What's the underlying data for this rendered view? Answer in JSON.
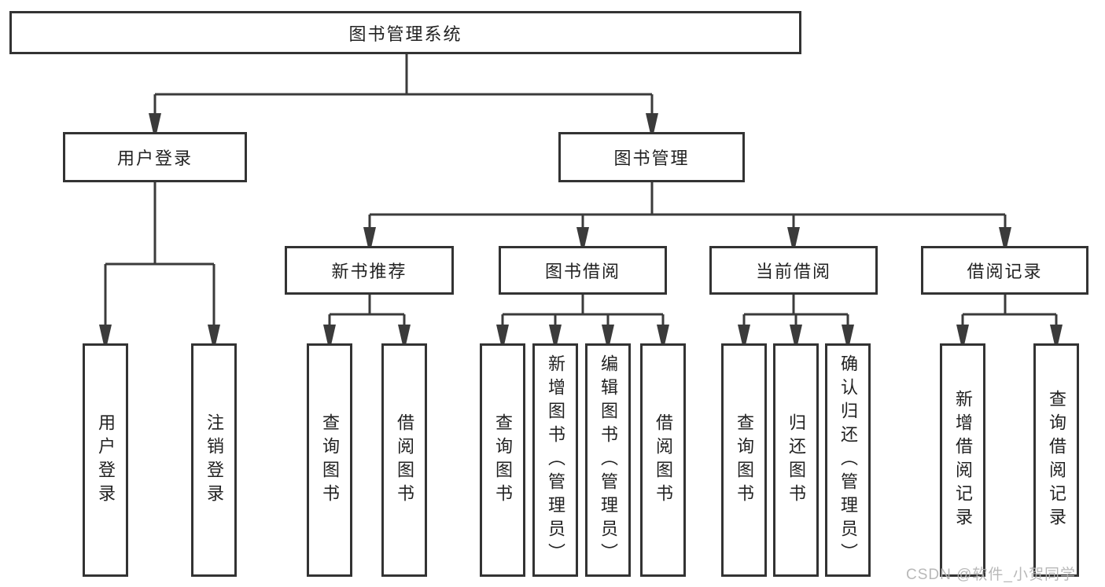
{
  "diagram_title": "图书管理系统",
  "nodes": {
    "root": {
      "label": "图书管理系统"
    },
    "user_login": {
      "label": "用户登录"
    },
    "book_mgmt": {
      "label": "图书管理"
    },
    "new_book_rec": {
      "label": "新书推荐"
    },
    "book_borrow": {
      "label": "图书借阅"
    },
    "current_borrow": {
      "label": "当前借阅"
    },
    "borrow_record": {
      "label": "借阅记录"
    },
    "leaf_user_login": {
      "label": "用户登录"
    },
    "leaf_logout": {
      "label": "注销登录"
    },
    "leaf_nbr_query_book": {
      "label": "查询图书"
    },
    "leaf_nbr_borrow_book": {
      "label": "借阅图书"
    },
    "leaf_bb_query_book": {
      "label": "查询图书"
    },
    "leaf_bb_add_book": {
      "label": "新增图书（管理员）"
    },
    "leaf_bb_edit_book": {
      "label": "编辑图书（管理员）"
    },
    "leaf_bb_borrow_book": {
      "label": "借阅图书"
    },
    "leaf_cb_query_book": {
      "label": "查询图书"
    },
    "leaf_cb_return_book": {
      "label": "归还图书"
    },
    "leaf_cb_confirm_return": {
      "label": "确认归还（管理员）"
    },
    "leaf_br_add_record": {
      "label": "新增借阅记录"
    },
    "leaf_br_query_record": {
      "label": "查询借阅记录"
    }
  },
  "edges": [
    {
      "from": "图书管理系统",
      "to": [
        "用户登录",
        "图书管理"
      ]
    },
    {
      "from": "用户登录",
      "to": [
        "用户登录",
        "注销登录"
      ]
    },
    {
      "from": "图书管理",
      "to": [
        "新书推荐",
        "图书借阅",
        "当前借阅",
        "借阅记录"
      ]
    },
    {
      "from": "新书推荐",
      "to": [
        "查询图书",
        "借阅图书"
      ]
    },
    {
      "from": "图书借阅",
      "to": [
        "查询图书",
        "新增图书（管理员）",
        "编辑图书（管理员）",
        "借阅图书"
      ]
    },
    {
      "from": "当前借阅",
      "to": [
        "查询图书",
        "归还图书",
        "确认归还（管理员）"
      ]
    },
    {
      "from": "借阅记录",
      "to": [
        "新增借阅记录",
        "查询借阅记录"
      ]
    }
  ],
  "watermark": {
    "text": "CSDN @软件_小贺同学"
  },
  "colors": {
    "line": "#3b3b3b",
    "box_border": "#333333",
    "box_background": "#ffffff",
    "text": "#222222",
    "watermark": "#b3b3b3",
    "background": "#ffffff"
  }
}
